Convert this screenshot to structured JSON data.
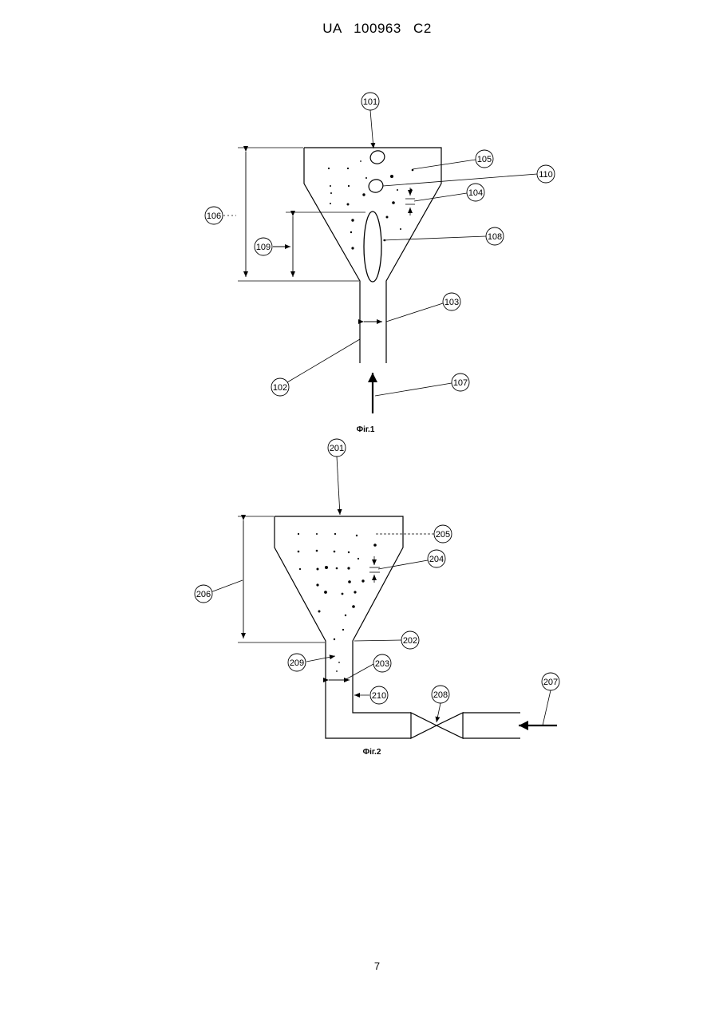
{
  "header": {
    "patent_number": "UA   100963   C2"
  },
  "footer": {
    "page_number": "7"
  },
  "figure1": {
    "caption": "Фіг.1",
    "callouts": {
      "c101": "101",
      "c102": "102",
      "c103": "103",
      "c104": "104",
      "c105": "105",
      "c106": "106",
      "c107": "107",
      "c108": "108",
      "c109": "109",
      "c110": "110"
    }
  },
  "figure2": {
    "caption": "Фіг.2",
    "callouts": {
      "c201": "201",
      "c202": "202",
      "c203": "203",
      "c204": "204",
      "c205": "205",
      "c206": "206",
      "c207": "207",
      "c208": "208",
      "c209": "209",
      "c210": "210"
    }
  }
}
